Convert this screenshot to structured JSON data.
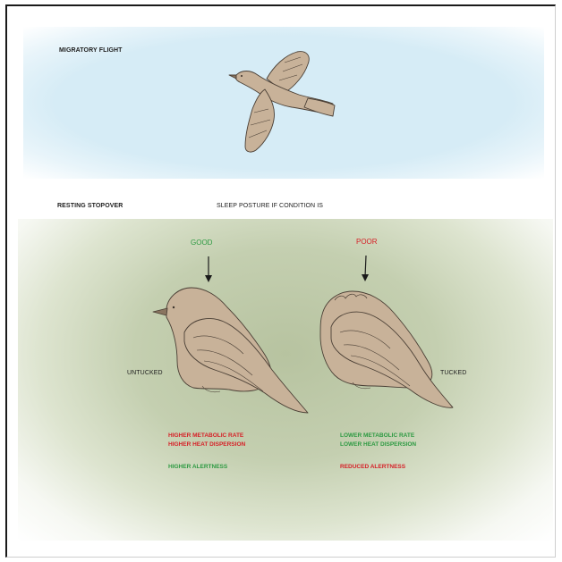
{
  "sections": {
    "flight_label": "MIGRATORY FLIGHT",
    "rest_label": "RESTING STOPOVER",
    "posture_heading": "SLEEP POSTURE IF CONDITION IS"
  },
  "conditions": {
    "good": "GOOD",
    "poor": "POOR"
  },
  "postures": {
    "untucked": "UNTUCKED",
    "tucked": "TUCKED"
  },
  "effects": {
    "untucked": [
      "HIGHER METABOLIC RATE",
      "HIGHER HEAT DISPERSION",
      "HIGHER ALERTNESS"
    ],
    "tucked": [
      "LOWER METABOLIC RATE",
      "LOWER HEAT DISPERSION",
      "REDUCED ALERTNESS"
    ]
  },
  "colors": {
    "bird_fill": "#c8b299",
    "bird_stroke": "#4a3f35",
    "sky": "#d6ecf6",
    "ground": "#b7c3a0",
    "negative": "#d62027",
    "positive": "#2d9a42"
  }
}
